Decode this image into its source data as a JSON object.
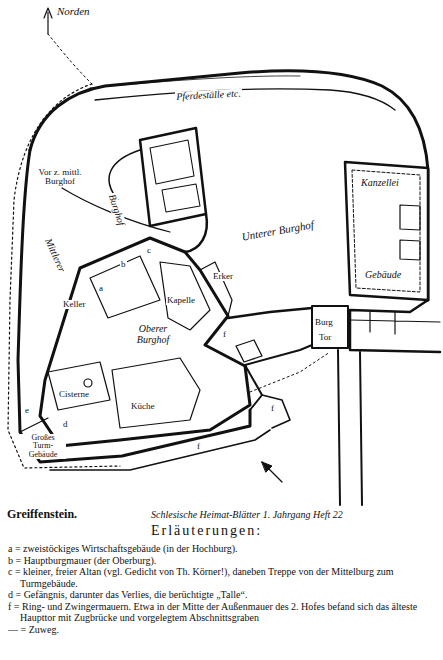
{
  "diagram": {
    "title": "Greiffenstein.",
    "caption": "Schlesische Heimat-Blätter 1. Jahrgang Heft 22",
    "labels": [
      "Norden",
      "Pferdeställe etc.",
      "Vor z. mittl. Burghof",
      "Burghof",
      "Mittlerer",
      "Unterer Burghof",
      "Kanzellei",
      "Gebäude",
      "Burg",
      "Tor",
      "Erker",
      "Kapelle",
      "Oberer Burghof",
      "Keller",
      "Cisterne",
      "Küche",
      "Großes Turm-Gebäude",
      "a",
      "b",
      "c",
      "d",
      "e",
      "f",
      "f",
      "f",
      "Erläuterungen:"
    ],
    "legend": [
      {
        "text": "a = zweistöckiges Wirtschaftsgebäude (in der Hochburg)."
      },
      {
        "text": "b = Hauptburgmauer (der Oberburg)."
      },
      {
        "text": "c = kleiner, freier Altan (vgl. Gedicht von Th. Körner!), daneben Treppe von der Mittelburg zum Turmgebäude."
      },
      {
        "text": "d = Gefängnis, darunter das Verlies, die berüchtigte „Talle“."
      },
      {
        "text": "f = Ring- und Zwingermauern. Etwa in der Mitte der Außenmauer des 2. Hofes befand sich das älteste Haupttor mit Zugbrücke und vorgelegtem Abschnittsgraben"
      },
      {
        "text": "— = Zuweg."
      }
    ]
  }
}
